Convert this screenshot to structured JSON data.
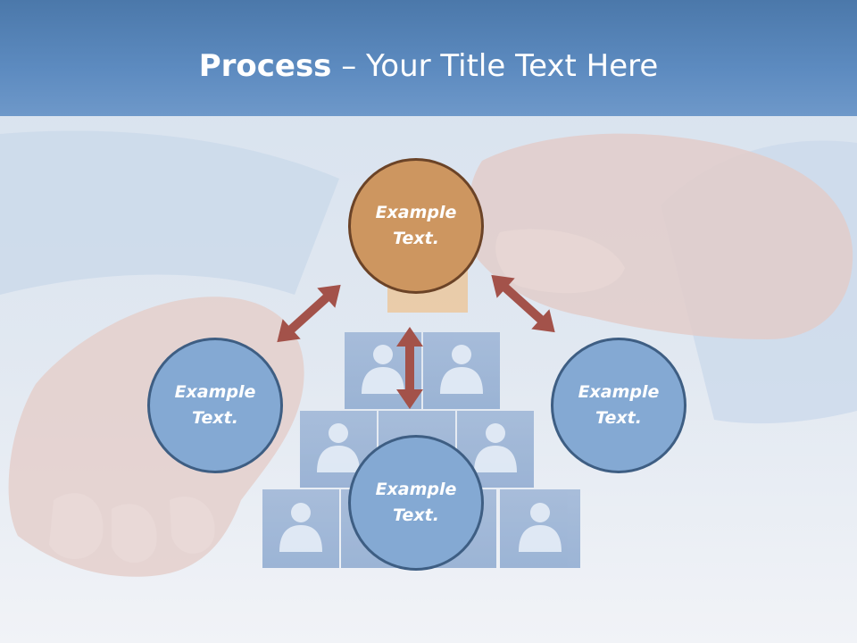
{
  "slide": {
    "title_bold": "Process",
    "title_rest": " – Your Title Text Here"
  },
  "nodes": {
    "top": "Example Text.",
    "left": "Example Text.",
    "right": "Example Text.",
    "bottom": "Example Text."
  },
  "colors": {
    "title_bar": "#5d8bc0",
    "node_blue": "#84a9d3",
    "node_blue_border": "#3e5e83",
    "node_orange": "#cd9660",
    "node_orange_border": "#6b4327",
    "arrow": "#a3524a"
  }
}
